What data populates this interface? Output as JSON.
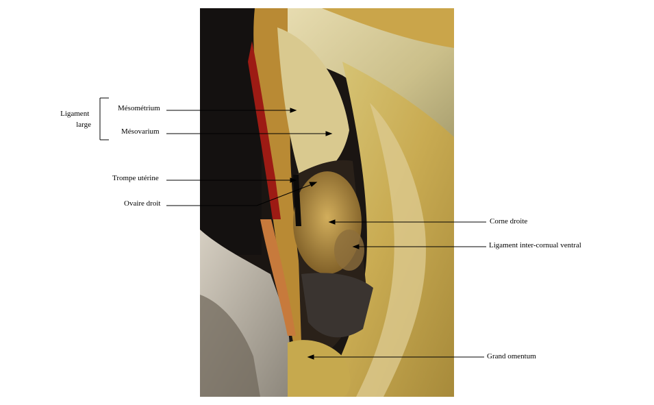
{
  "labels": {
    "group": [
      "Ligament",
      "large"
    ],
    "mesometrium": "Mésométrium",
    "mesovarium": "Mésovarium",
    "trompe": "Trompe utérine",
    "ovaire": "Ovaire droit",
    "corne": "Corne droite",
    "ligament_intercornual": "Ligament inter-cornual ventral",
    "omentum": "Grand omentum"
  }
}
